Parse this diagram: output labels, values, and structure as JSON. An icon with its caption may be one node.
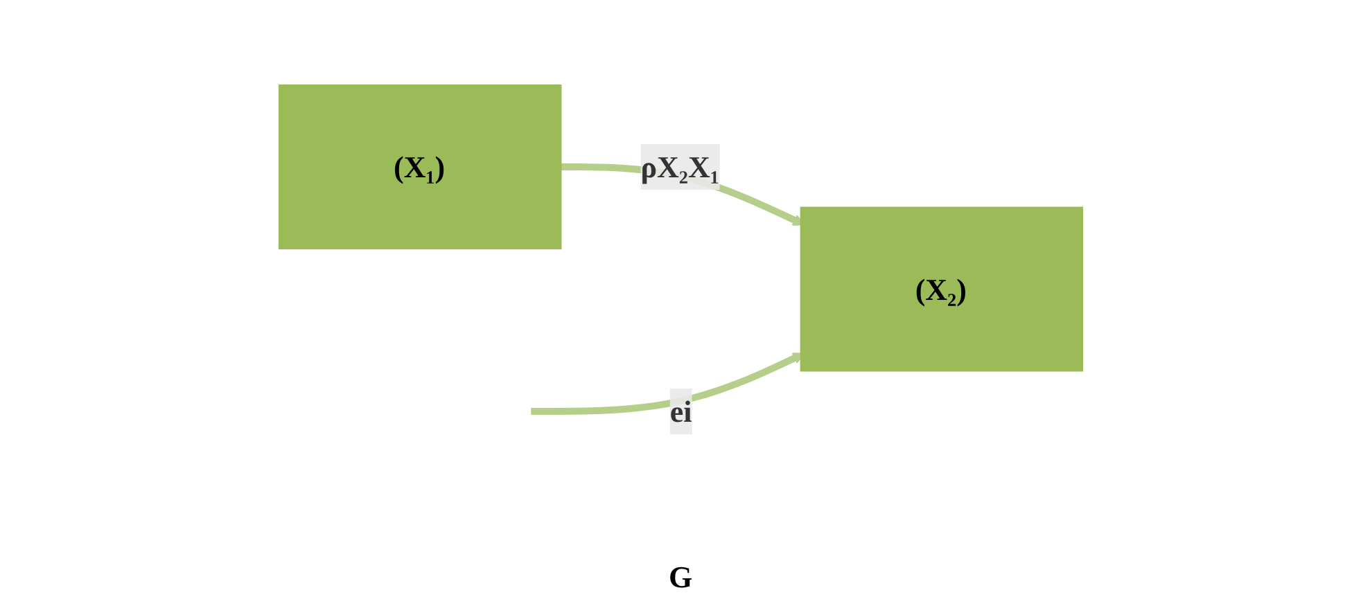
{
  "diagram": {
    "nodes": [
      {
        "text": [
          "(X₁)"
        ]
      },
      {
        "text": [
          "(X₂)"
        ]
      }
    ],
    "edges": [
      {
        "from": 0,
        "to": 1,
        "arrow": "to",
        "label": "ρX₂X₁"
      },
      {
        "from": null,
        "to": 1,
        "arrow": "to",
        "label": "ei"
      }
    ],
    "labels": [
      "G"
    ]
  }
}
